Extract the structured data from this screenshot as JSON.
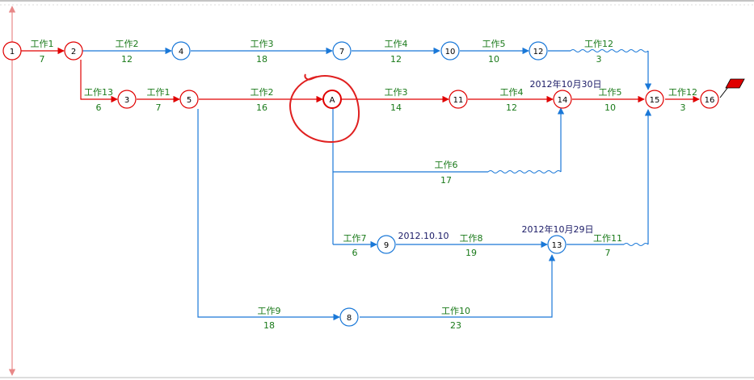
{
  "colors": {
    "critical": "#e00000",
    "normal": "#1a78d8",
    "label": "#1a7a1a",
    "date": "#1a1a66",
    "timeline": "#e88888",
    "highlight": "#e02020"
  },
  "nodes": [
    {
      "id": "1",
      "label": "1",
      "kind": "critical"
    },
    {
      "id": "2",
      "label": "2",
      "kind": "critical"
    },
    {
      "id": "3",
      "label": "3",
      "kind": "critical"
    },
    {
      "id": "4",
      "label": "4",
      "kind": "normal"
    },
    {
      "id": "5",
      "label": "5",
      "kind": "critical"
    },
    {
      "id": "7",
      "label": "7",
      "kind": "normal"
    },
    {
      "id": "A",
      "label": "A",
      "kind": "critical"
    },
    {
      "id": "8",
      "label": "8",
      "kind": "normal"
    },
    {
      "id": "9",
      "label": "9",
      "kind": "normal"
    },
    {
      "id": "10",
      "label": "10",
      "kind": "normal"
    },
    {
      "id": "11",
      "label": "11",
      "kind": "critical"
    },
    {
      "id": "12",
      "label": "12",
      "kind": "normal"
    },
    {
      "id": "13",
      "label": "13",
      "kind": "normal"
    },
    {
      "id": "14",
      "label": "14",
      "kind": "critical"
    },
    {
      "id": "15",
      "label": "15",
      "kind": "critical"
    },
    {
      "id": "16",
      "label": "16",
      "kind": "critical"
    }
  ],
  "activities": [
    {
      "name": "工作1",
      "duration": "7"
    },
    {
      "name": "工作2",
      "duration": "12"
    },
    {
      "name": "工作3",
      "duration": "18"
    },
    {
      "name": "工作4",
      "duration": "12"
    },
    {
      "name": "工作5",
      "duration": "10"
    },
    {
      "name": "工作12",
      "duration": "3"
    },
    {
      "name": "工作13",
      "duration": "6"
    },
    {
      "name": "工作1",
      "duration": "7"
    },
    {
      "name": "工作2",
      "duration": "16"
    },
    {
      "name": "工作3",
      "duration": "14"
    },
    {
      "name": "工作4",
      "duration": "12"
    },
    {
      "name": "工作5",
      "duration": "10"
    },
    {
      "name": "工作12",
      "duration": "3"
    },
    {
      "name": "工作6",
      "duration": "17"
    },
    {
      "name": "工作7",
      "duration": "6"
    },
    {
      "name": "工作8",
      "duration": "19"
    },
    {
      "name": "工作11",
      "duration": "7"
    },
    {
      "name": "工作9",
      "duration": "18"
    },
    {
      "name": "工作10",
      "duration": "23"
    }
  ],
  "dates": [
    {
      "text": "2012年10月30日"
    },
    {
      "text": "2012.10.10"
    },
    {
      "text": "2012年10月29日"
    }
  ]
}
